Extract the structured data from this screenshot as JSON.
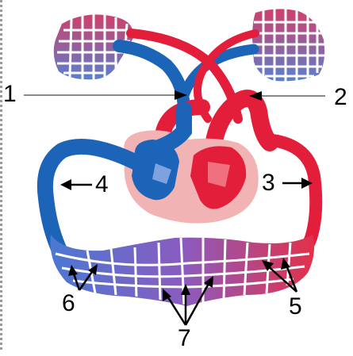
{
  "labels": {
    "l1": "1",
    "l2": "2",
    "l3": "3",
    "l4": "4",
    "l5": "5",
    "l6": "6",
    "l7": "7"
  },
  "colors": {
    "deoxygenated": "#1c64b8",
    "oxygenated": "#e21e3a",
    "capillary_blue": "#5a7fd0",
    "capillary_red": "#e2314a",
    "heart_bg": "#f2b3b5",
    "pointer": "#888888",
    "arrow": "#000000"
  }
}
